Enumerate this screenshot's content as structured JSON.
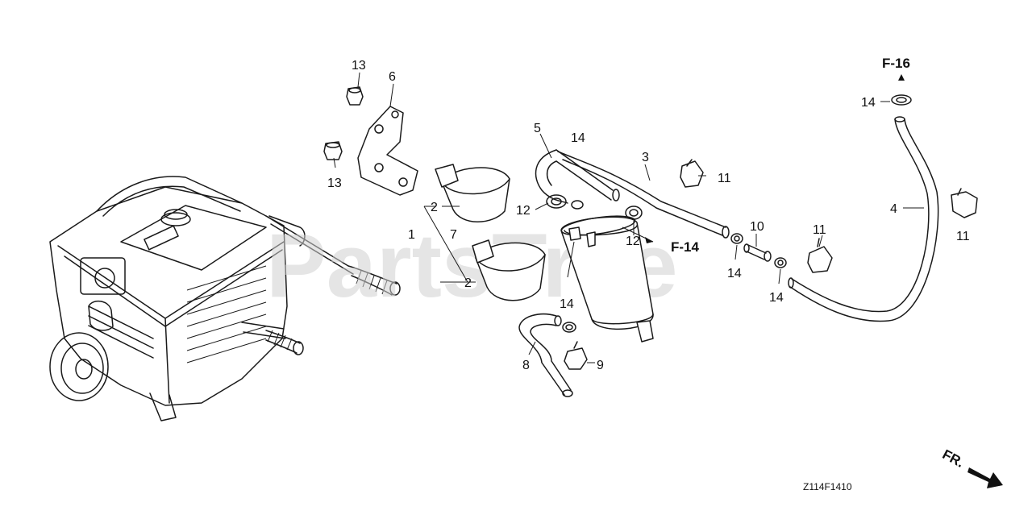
{
  "watermark": "PartsTree",
  "diagram_code": "Z114F1410",
  "direction_label": "FR.",
  "references": {
    "f14": "F-14",
    "f16": "F-16"
  },
  "callouts": {
    "c1": "1",
    "c2a": "2",
    "c2b": "2",
    "c3": "3",
    "c4": "4",
    "c5": "5",
    "c6": "6",
    "c7": "7",
    "c8": "8",
    "c9": "9",
    "c10": "10",
    "c11a": "11",
    "c11b": "11",
    "c11c": "11",
    "c12a": "12",
    "c12b": "12",
    "c13a": "13",
    "c13b": "13",
    "c14a": "14",
    "c14b": "14",
    "c14c": "14",
    "c14d": "14",
    "c14e": "14"
  }
}
